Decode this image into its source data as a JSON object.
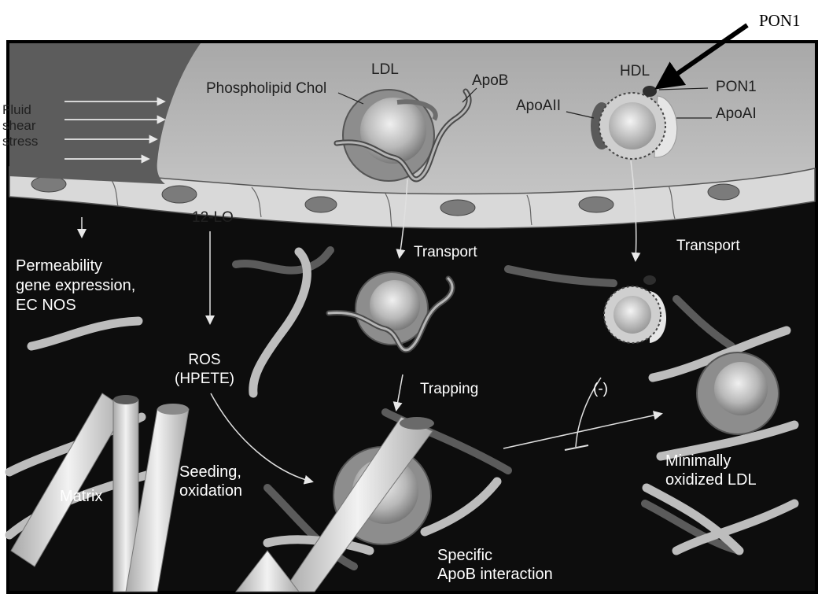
{
  "outer_label": "PON1",
  "vessel": {
    "fluid_shear": "Fluid\nshear\nstress",
    "phospholipid_chol": "Phospholipid Chol",
    "ldl": "LDL",
    "apob": "ApoB",
    "hdl": "HDL",
    "pon1": "PON1",
    "apoaii": "ApoAII",
    "apoai": "ApoAI",
    "lo12": "12-LO"
  },
  "intima": {
    "permeability": "Permeability\ngene expression,\nEC NOS",
    "transport_left": "Transport",
    "transport_right": "Transport",
    "ros": "ROS\n(HPETE)",
    "trapping": "Trapping",
    "inhibit": "(-)",
    "seeding": "Seeding,\noxidation",
    "matrix": "Matrix",
    "min_oxidized": "Minimally\noxidized LDL",
    "specific": "Specific\nApoB interaction"
  },
  "colors": {
    "intima_bg": "#0d0d0d",
    "vessel_bg": "#b9b9b9",
    "label_text": "#ffffff",
    "dark_text": "#202020"
  }
}
